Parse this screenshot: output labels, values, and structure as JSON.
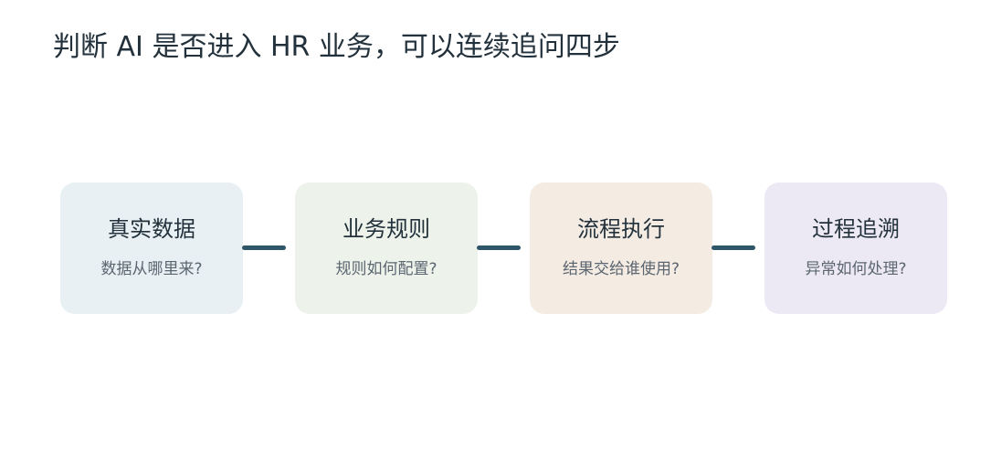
{
  "title": "判断 AI 是否进入 HR 业务，可以连续追问四步",
  "steps": [
    {
      "title": "真实数据",
      "question": "数据从哪里来?",
      "color": "#e8f0f3"
    },
    {
      "title": "业务规则",
      "question": "规则如何配置?",
      "color": "#edf2ea"
    },
    {
      "title": "流程执行",
      "question": "结果交给谁使用?",
      "color": "#f4ebe3"
    },
    {
      "title": "过程追溯",
      "question": "异常如何处理?",
      "color": "#ece8f4"
    }
  ],
  "connector_color": "#2f5568"
}
